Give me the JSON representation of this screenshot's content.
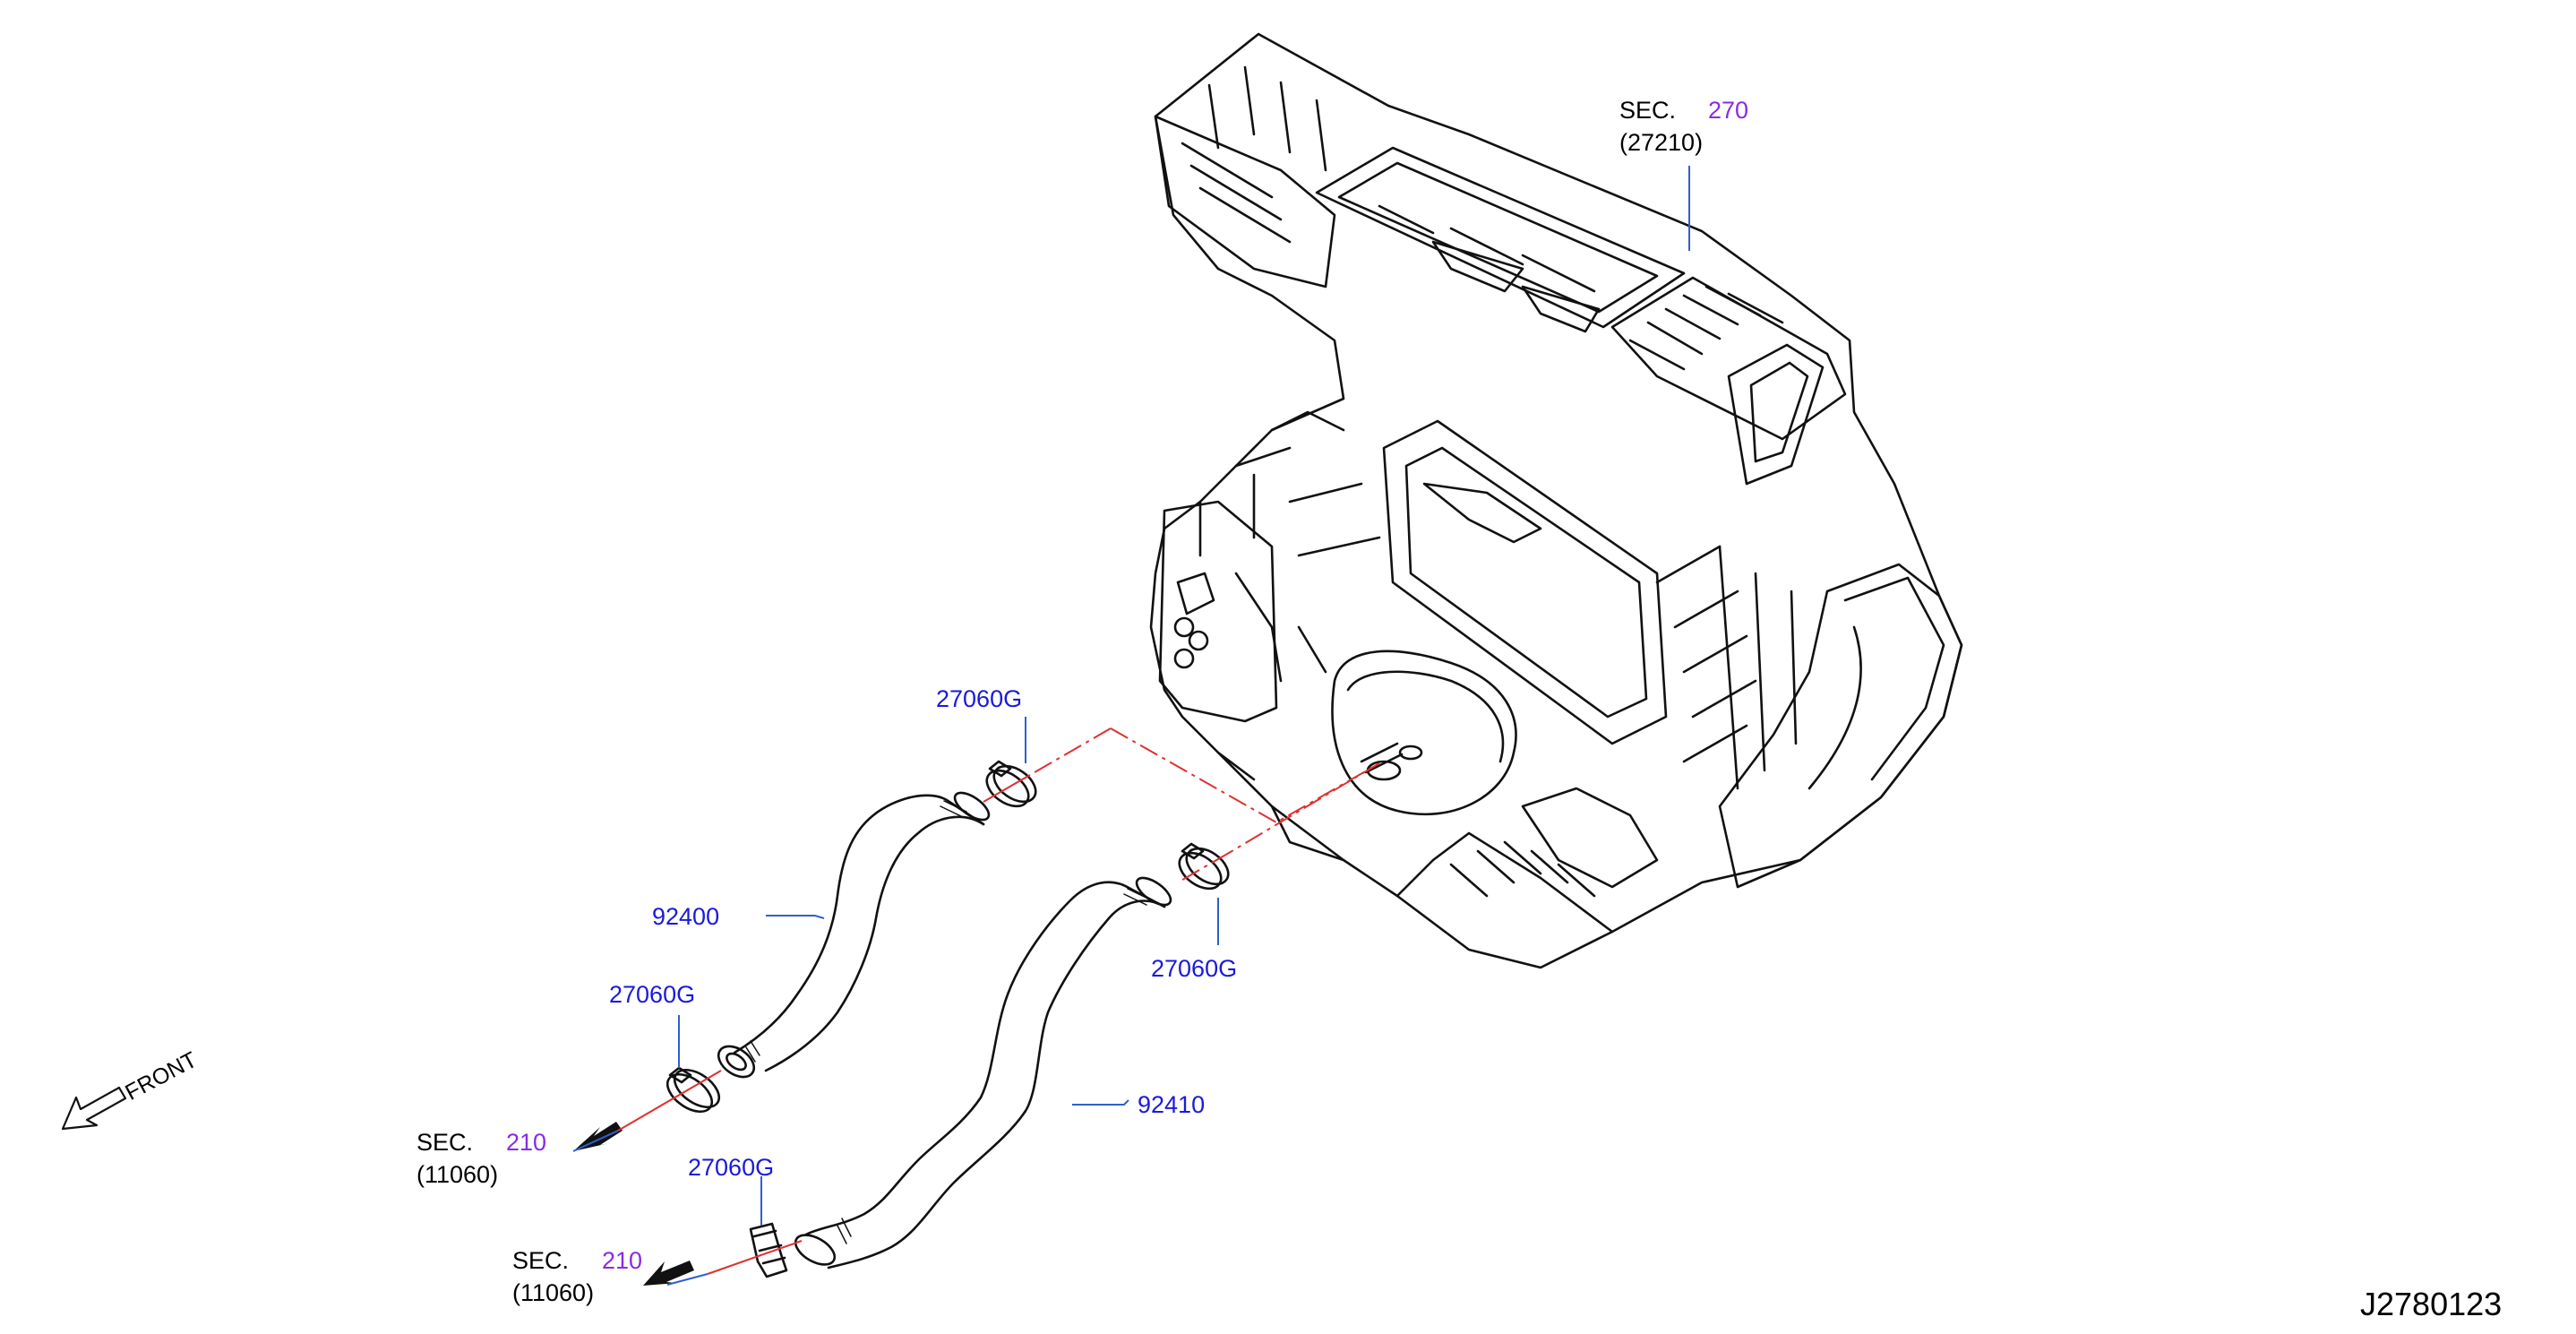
{
  "diagram_code": "J2780123",
  "front_label": "FRONT",
  "colors": {
    "part_number": "#1a1adb",
    "section_number": "#8a2be2",
    "centerline": "#e03030",
    "leader": "#2e5fd0",
    "drawing": "#111111"
  },
  "callouts": {
    "sec270": {
      "prefix": "SEC.",
      "number": "270",
      "code": "(27210)"
    },
    "sec210_upper": {
      "prefix": "SEC.",
      "number": "210",
      "code": "(11060)"
    },
    "sec210_lower": {
      "prefix": "SEC.",
      "number": "210",
      "code": "(11060)"
    }
  },
  "parts": {
    "clamp_top": "27060G",
    "clamp_right": "27060G",
    "clamp_left": "27060G",
    "clamp_bottom": "27060G",
    "hose_inlet": "92400",
    "hose_outlet": "92410"
  }
}
